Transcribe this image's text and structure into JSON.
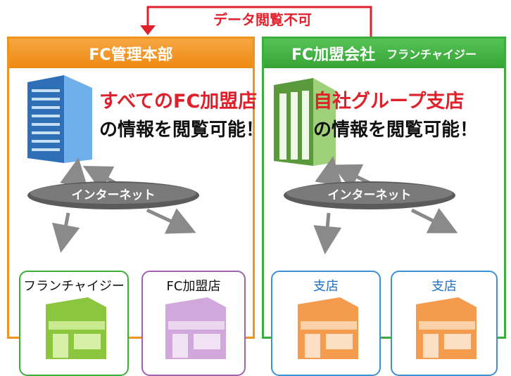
{
  "top_arrow": {
    "label": "データ閲覧不可"
  },
  "left_panel": {
    "title": "FC管理本部",
    "headline_line1": "すべてのFC加盟店",
    "headline_line2": "の情報を閲覧可能！",
    "internet_label": "インターネット",
    "shops": [
      {
        "label": "フランチャイジー"
      },
      {
        "label": "FC加盟店"
      }
    ]
  },
  "right_panel": {
    "title": "FC加盟会社",
    "subtitle": "フランチャイジー",
    "headline_line1": "自社グループ支店",
    "headline_line2": "の情報を閲覧可能！",
    "internet_label": "インターネット",
    "shops": [
      {
        "label": "支店"
      },
      {
        "label": "支店"
      }
    ]
  },
  "colors": {
    "red": "#e0202a",
    "orange": "#f0931c",
    "green": "#3cae3c",
    "blue_building": "#3f8fd6",
    "green_building": "#6aa84f",
    "shop_green": "#9bd14a",
    "shop_purple": "#d8b0e0",
    "shop_orange": "#f7a35a"
  }
}
